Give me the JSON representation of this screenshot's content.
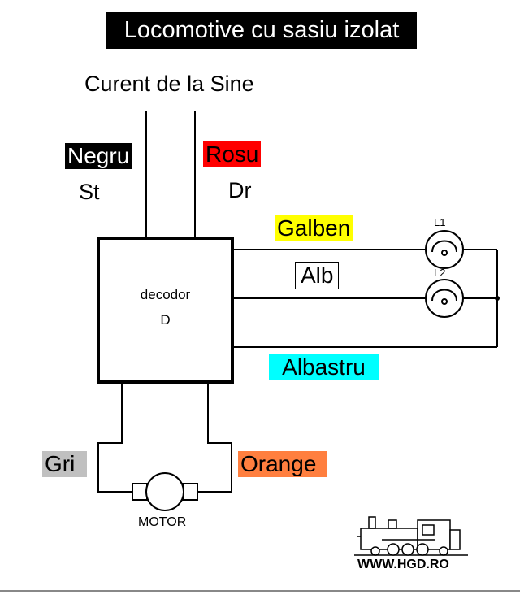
{
  "title": "Locomotive cu sasiu izolat",
  "rails_label": "Curent de la Sine",
  "wires": {
    "left_rail": {
      "color_name": "Negru",
      "side": "St",
      "bg": "#000000",
      "fg": "#ffffff"
    },
    "right_rail": {
      "color_name": "Rosu",
      "side": "Dr",
      "bg": "#ff0000",
      "fg": "#000000"
    },
    "lamp1": {
      "color_name": "Galben",
      "bg": "#ffff00"
    },
    "lamp2": {
      "color_name": "Alb",
      "bg": "#ffffff"
    },
    "common": {
      "color_name": "Albastru",
      "bg": "#00ffff"
    },
    "motor_left": {
      "color_name": "Gri",
      "bg": "#c0c0c0"
    },
    "motor_right": {
      "color_name": "Orange",
      "bg": "#ff7f3f"
    }
  },
  "decoder": {
    "name": "decodor",
    "letter": "D"
  },
  "lamps": {
    "l1": "L1",
    "l2": "L2"
  },
  "motor_label": "MOTOR",
  "website": "WWW.HGD.RO"
}
